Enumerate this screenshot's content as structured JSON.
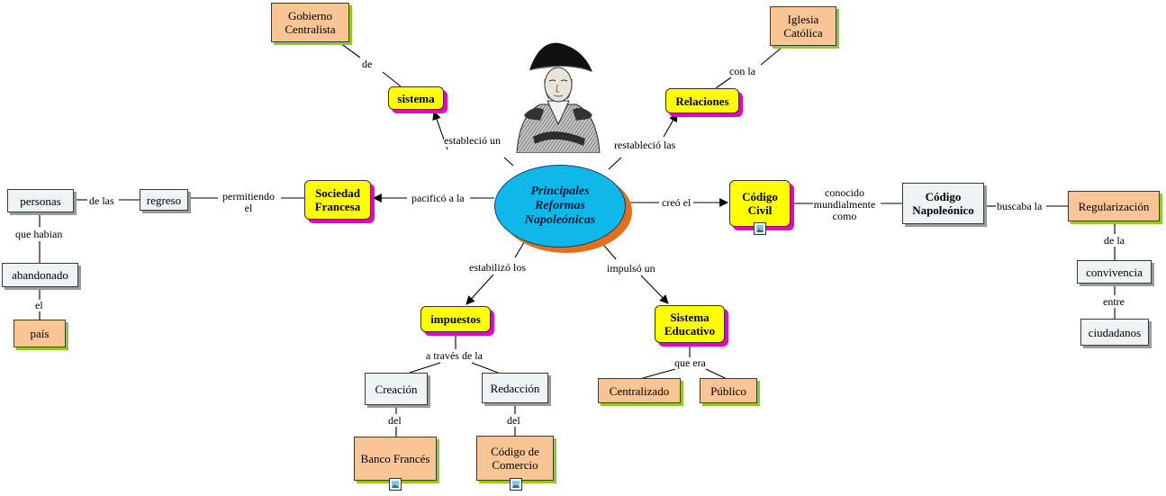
{
  "central": {
    "text": "Principales Reformas Napoleónicas"
  },
  "nodes": {
    "gobierno": "Gobierno Centralista",
    "sistema": "sistema",
    "iglesia": "Iglesia Católica",
    "relaciones": "Relaciones",
    "sociedad": "Sociedad Francesa",
    "regreso": "regreso",
    "personas": "personas",
    "abandonado": "abandonado",
    "pais": "país",
    "codigo_civil": "Código Civil",
    "codigo_napoleonico": "Código Napoleónico",
    "regularizacion": "Regularización",
    "convivencia": "convivencia",
    "ciudadanos": "ciudadanos",
    "impuestos": "impuestos",
    "creacion": "Creación",
    "redaccion": "Redacción",
    "banco": "Banco Francés",
    "codigo_comercio": "Código de Comercio",
    "sistema_educativo": "Sistema Educativo",
    "centralizado": "Centralizado",
    "publico": "Público"
  },
  "links": {
    "de": "de",
    "establecio_un": "estableció un",
    "con_la": "con la",
    "restablecio_las": "restableció las",
    "pacifico_a_la": "pacificó a la",
    "permitiendo_el": "permitiendo el",
    "de_las": "de las",
    "que_habian": "que habian",
    "el": "el",
    "creo_el": "creó el",
    "conocido": "conocido mundialmente como",
    "buscaba_la": "buscaba la",
    "de_la": "de la",
    "entre": "entre",
    "estabilizo_los": "estabilizó los",
    "a_traves": "a través de la",
    "del_1": "del",
    "del_2": "del",
    "impulso_un": "impulsó un",
    "que_era": "que era"
  },
  "icons": [
    "portrait-image",
    "image-resource-icon"
  ],
  "colors": {
    "central_fill": "#10b8ea",
    "central_shadow": "#e2701a",
    "concept_yellow": "#ffff00",
    "yellow_shadow": "#e600c8",
    "orange_fill": "#f9c594",
    "orange_shadow": "#8fcc22",
    "white_fill": "#eef3f5"
  }
}
